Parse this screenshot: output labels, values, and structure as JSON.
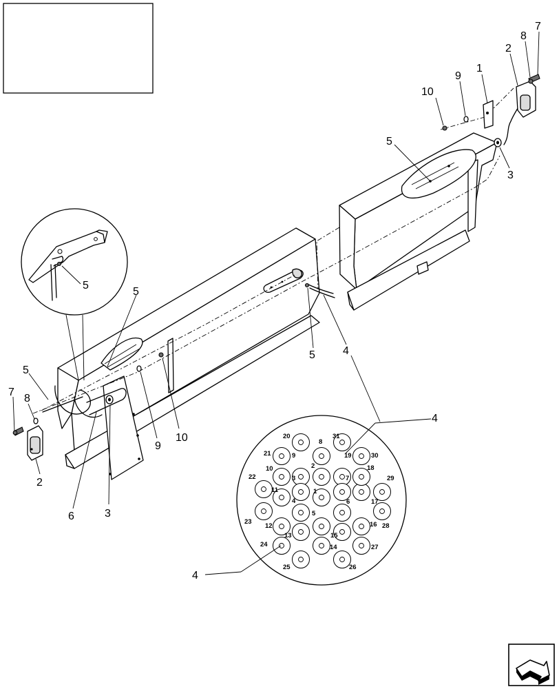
{
  "callouts": {
    "c1": "1",
    "c2_right": "2",
    "c2_left": "2",
    "c3_right": "3",
    "c3_left": "3",
    "c4_a": "4",
    "c4_b": "4",
    "c4_c": "4",
    "c5_detail": "5",
    "c5_top": "5",
    "c5_left": "5",
    "c5_center": "5",
    "c5_right": "5",
    "c6": "6",
    "c7_right": "7",
    "c7_left": "7",
    "c8_right": "8",
    "c8_left": "8",
    "c9_top": "9",
    "c9_bottom": "9",
    "c10_top": "10",
    "c10_bottom": "10"
  },
  "connector_pins": [
    "1",
    "2",
    "3",
    "4",
    "5",
    "6",
    "7",
    "8",
    "9",
    "10",
    "11",
    "12",
    "13",
    "14",
    "15",
    "16",
    "17",
    "18",
    "19",
    "20",
    "21",
    "22",
    "23",
    "24",
    "25",
    "26",
    "27",
    "28",
    "29",
    "30",
    "31"
  ],
  "icons": {
    "nav": "arrow-icon"
  }
}
